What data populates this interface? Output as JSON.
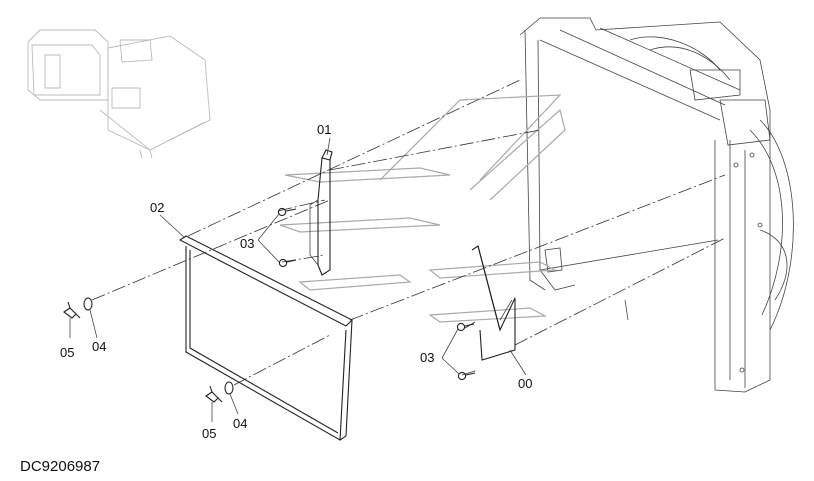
{
  "diagram_code": "DC9206987",
  "callouts": {
    "part_00": "00",
    "part_01": "01",
    "part_02": "02",
    "part_03_upper": "03",
    "part_03_lower": "03",
    "part_04_upper": "04",
    "part_04_lower": "04",
    "part_05_upper": "05",
    "part_05_lower": "05"
  }
}
